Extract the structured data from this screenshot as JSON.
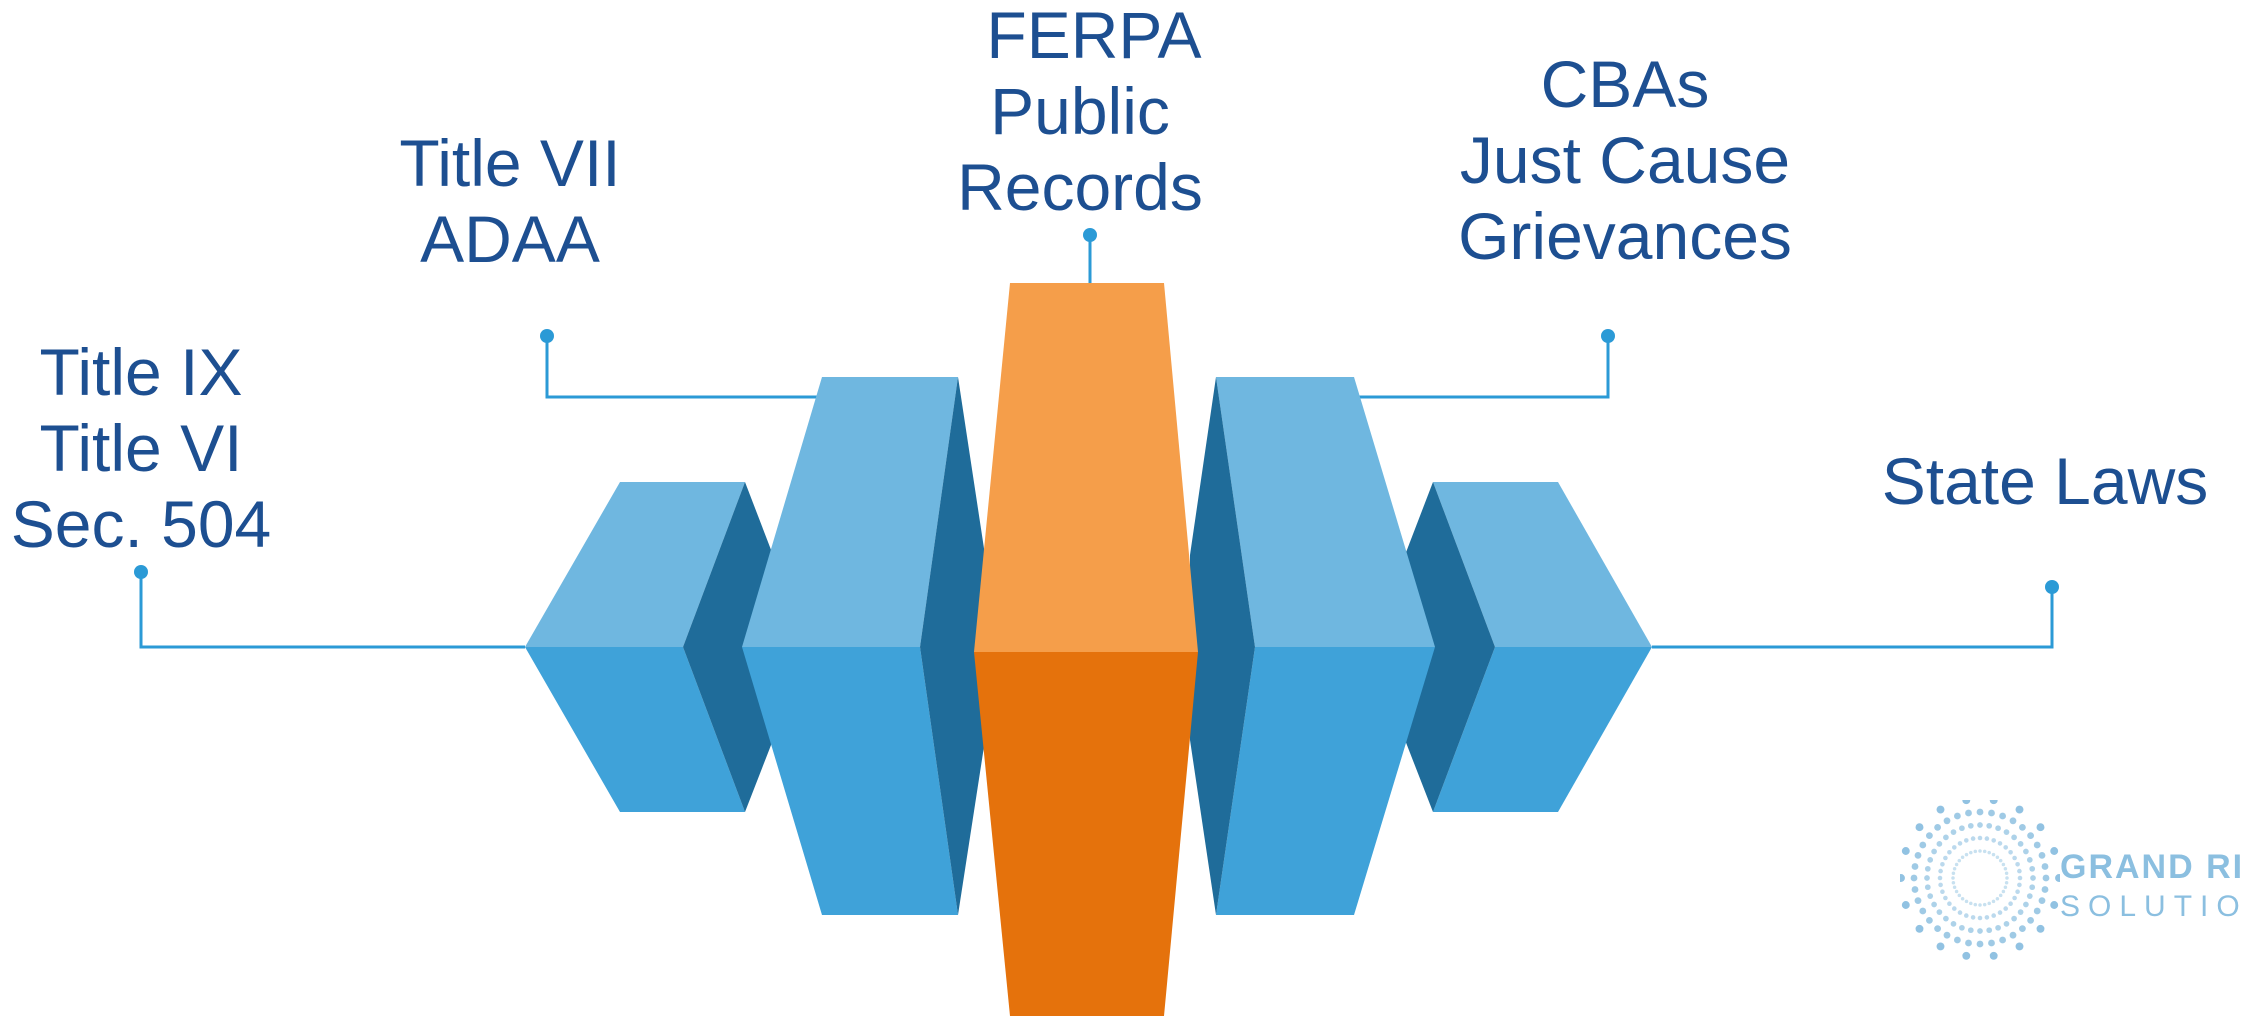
{
  "colors": {
    "text": "#1d4f91",
    "connector": "#2b9ad6",
    "blue_top": "#6fb7e0",
    "blue_front": "#3fa2d9",
    "blue_dark": "#1f6c9a",
    "orange_top": "#f59e4a",
    "orange_front": "#e5720c",
    "logo": "#8bbfe0"
  },
  "labels": {
    "left_far": [
      "Title IX",
      "Title VI",
      "Sec. 504"
    ],
    "left_near": [
      "Title VII",
      "ADAA"
    ],
    "center": [
      "FERPA",
      "Public",
      "Records"
    ],
    "right_near": [
      "CBAs",
      "Just Cause",
      "Grievances"
    ],
    "right_far": [
      "State Laws"
    ]
  },
  "logo": {
    "line1": "GRAND RIV",
    "line2": "SOLUTIO"
  }
}
